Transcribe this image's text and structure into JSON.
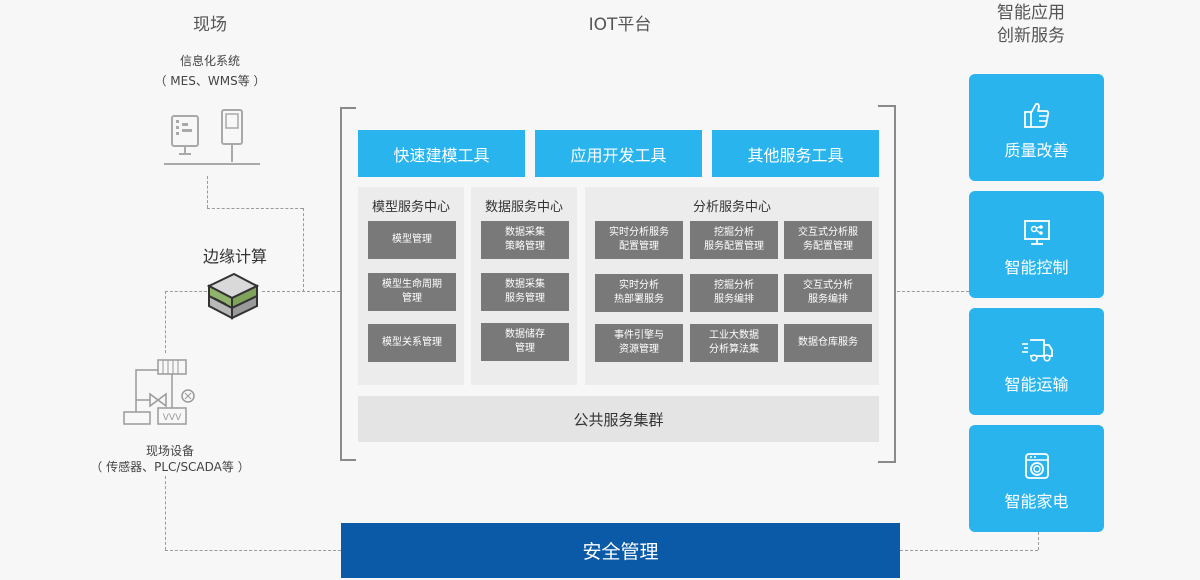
{
  "titles": {
    "field": "现场",
    "iot": "IOT平台",
    "apps_line1": "智能应用",
    "apps_line2": "创新服务"
  },
  "field": {
    "info_system": "信息化系统",
    "info_system_sub": "（ MES、WMS等 ）",
    "edge": "边缘计算",
    "devices": "现场设备",
    "devices_sub": "（ 传感器、PLC/SCADA等 ）"
  },
  "tools": [
    "快速建模工具",
    "应用开发工具",
    "其他服务工具"
  ],
  "panels": {
    "model": {
      "title": "模型服务中心",
      "cells": [
        "模型管理",
        "模型生命周期\n管理",
        "模型关系管理"
      ]
    },
    "data": {
      "title": "数据服务中心",
      "cells": [
        "数据采集\n策略管理",
        "数据采集\n服务管理",
        "数据储存\n管理"
      ]
    },
    "analysis": {
      "title": "分析服务中心",
      "cells": [
        "实时分析服务\n配置管理",
        "挖掘分析\n服务配置管理",
        "交互式分析服\n务配置管理",
        "实时分析\n热部署服务",
        "挖掘分析\n服务编排",
        "交互式分析\n服务编排",
        "事件引擎与\n资源管理",
        "工业大数据\n分析算法集",
        "数据仓库服务"
      ]
    }
  },
  "public_cluster": "公共服务集群",
  "security": "安全管理",
  "apps": [
    {
      "label": "质量改善",
      "icon": "thumbs-up-icon"
    },
    {
      "label": "智能控制",
      "icon": "monitor-control-icon"
    },
    {
      "label": "智能运输",
      "icon": "delivery-truck-icon"
    },
    {
      "label": "智能家电",
      "icon": "washing-machine-icon"
    }
  ],
  "colors": {
    "accent_blue": "#2ab4ee",
    "security_blue": "#0b5aa8",
    "cell_gray": "#797979",
    "panel_gray": "#ececec"
  }
}
